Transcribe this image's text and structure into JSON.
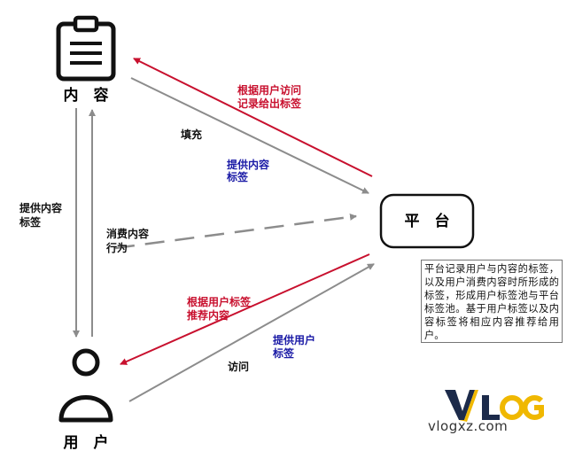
{
  "nodes": {
    "content": "内　容",
    "platform": "平　台",
    "user": "用　户"
  },
  "edges": {
    "platform_to_content": [
      "根据用户访问",
      "记录给出标签"
    ],
    "content_fill": "填充",
    "content_provide_tags": [
      "提供内容",
      "标签"
    ],
    "content_to_user": [
      "提供内容",
      "标签"
    ],
    "consumption": [
      "消费内容",
      "行为"
    ],
    "platform_to_user": [
      "根据用户标签",
      "推荐内容"
    ],
    "user_provide_tags": [
      "提供用户",
      "标签"
    ],
    "user_visit": "访问"
  },
  "note": "平台记录用户与内容的标签，以及用户消费内容时所形成的标签，形成用户标签池与平台标签池。基于用户标签以及内容标签将相应内容推荐给用户。",
  "watermark": {
    "logo": "VLOG",
    "url": "vlogxz.com"
  },
  "colors": {
    "red": "#c8102e",
    "blue": "#1a1aa6",
    "gray": "#8c8c8c",
    "black": "#111111",
    "logo_dark": "#1c2a4a",
    "logo_gold": "#f0b800"
  }
}
